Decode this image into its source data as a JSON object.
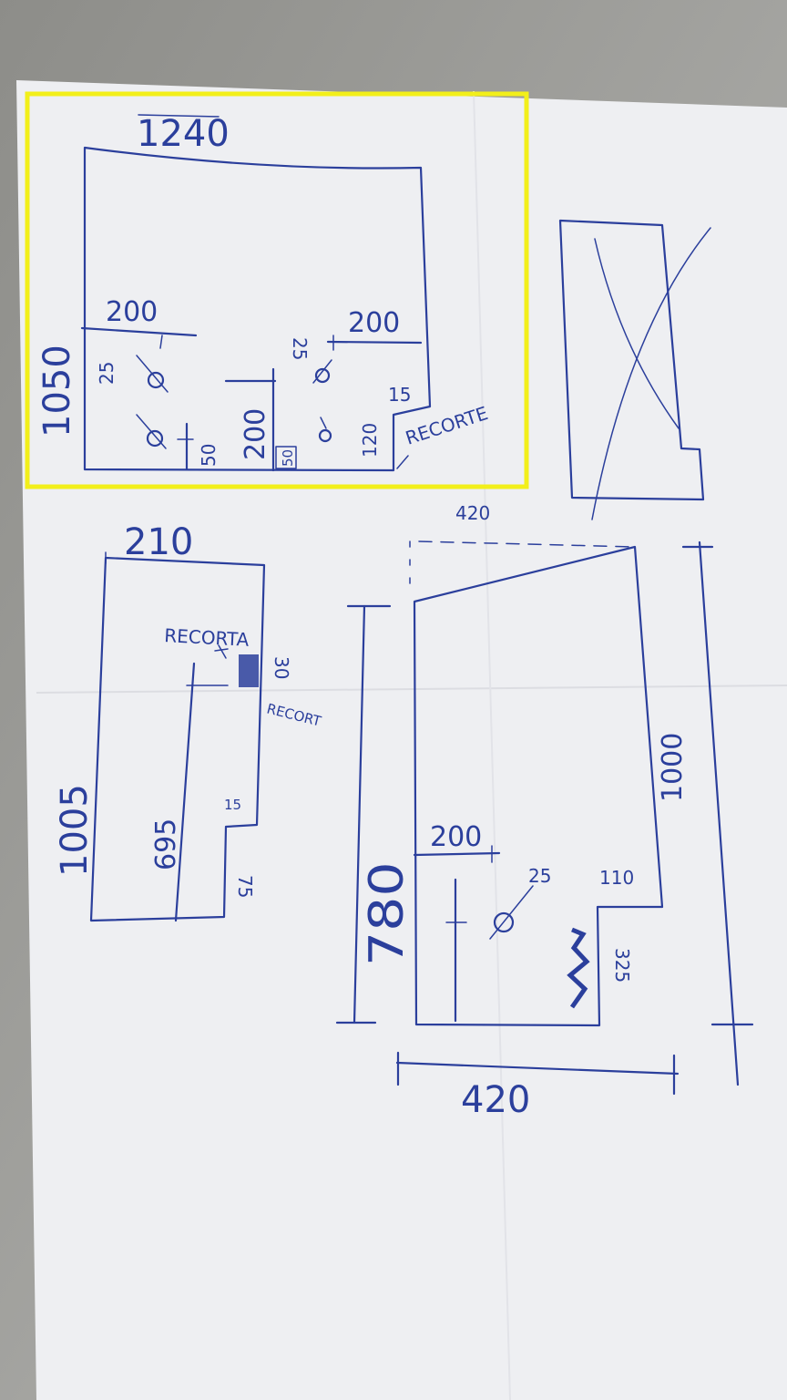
{
  "highlight_color": "#f2ef1a",
  "ink_color": "#2b3f9c",
  "paper_color": "#eeeff2",
  "panel_a": {
    "width": "1240",
    "height": "1050",
    "left_section": {
      "dim_200": "200",
      "dim_25": "25",
      "dim_50": "50"
    },
    "middle": {
      "dim_200": "200",
      "dim_50": "50"
    },
    "right_section": {
      "dim_200": "200",
      "dim_25": "25",
      "dim_120": "120",
      "dim_15": "15"
    },
    "cut_label": "RECORTE"
  },
  "panel_b": {
    "width": "210",
    "height": "1005",
    "dim_695": "695",
    "dim_15": "15",
    "dim_75": "75",
    "dim_30": "30",
    "cut_label_top": "RECORTA",
    "cut_label_side": "RECORT"
  },
  "panel_c": {
    "top_width": "420",
    "left_height": "780",
    "right_height": "1000",
    "dim_200": "200",
    "dim_25": "25",
    "dim_110": "110",
    "dim_325": "325",
    "bottom_width": "420"
  }
}
